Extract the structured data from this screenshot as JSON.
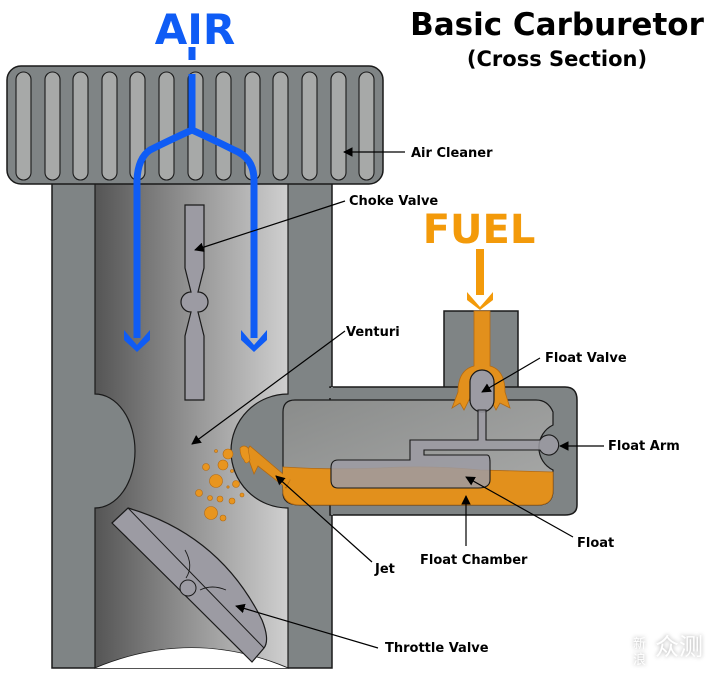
{
  "title": "Basic Carburetor",
  "subtitle": "(Cross Section)",
  "flows": {
    "air": {
      "label": "AIR",
      "color": "#0f5cf5"
    },
    "fuel": {
      "label": "FUEL",
      "color": "#f39a0a"
    }
  },
  "colors": {
    "body": "#7f8485",
    "valve": "#9c9ba3",
    "fuel_liquid": "#e2901c",
    "filter_slot": "#a7a9a8",
    "outline": "#1a1a1a"
  },
  "labels": {
    "air_cleaner": "Air Cleaner",
    "choke_valve": "Choke Valve",
    "venturi": "Venturi",
    "float_valve": "Float Valve",
    "float_arm": "Float Arm",
    "float": "Float",
    "float_chamber": "Float Chamber",
    "jet": "Jet",
    "throttle_valve": "Throttle Valve"
  },
  "watermark": {
    "small_top": "新",
    "small_bottom": "浪",
    "large": "众测"
  }
}
